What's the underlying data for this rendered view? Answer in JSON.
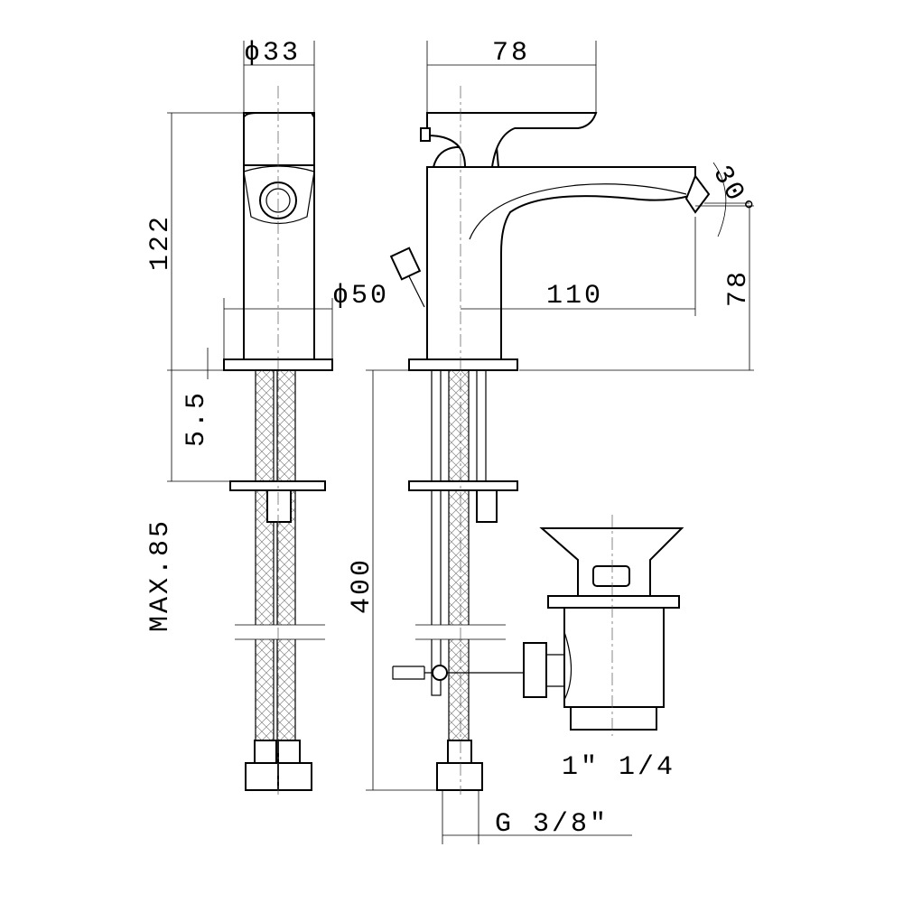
{
  "dimensions": {
    "top_diameter": "ϕ33",
    "lever_length": "78",
    "total_height": "122",
    "base_diameter": "ϕ50",
    "spout_reach": "110",
    "spout_height": "78",
    "spout_angle": "30°",
    "plate_gap": "5.5",
    "max_thickness": "MAX.85",
    "hose_length": "400",
    "waste_size": "1\"  1/4",
    "hose_thread": "G 3/8\""
  }
}
